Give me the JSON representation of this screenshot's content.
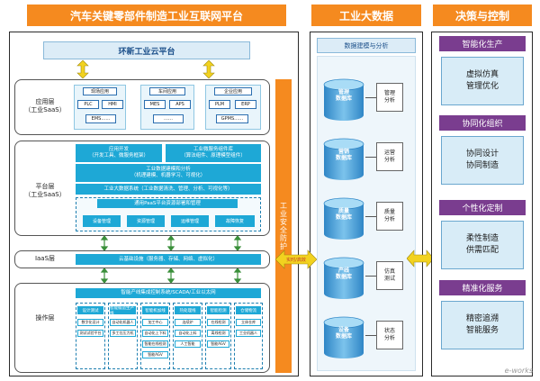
{
  "headers": {
    "platform": "汽车关键零部件制造工业互联网平台",
    "bigdata": "工业大数据",
    "decision": "决策与控制"
  },
  "cloud_platform": "环新工业云平台",
  "security": "工业安全防护",
  "realtime": "实时/高效",
  "application_layer": {
    "label_line1": "应用层",
    "label_line2": "（工业SaaS）",
    "groups": [
      {
        "title": "现场应用",
        "items": [
          "PLC",
          "HMI",
          "EMS……"
        ]
      },
      {
        "title": "车间应用",
        "items": [
          "MES",
          "APS",
          "……"
        ]
      },
      {
        "title": "企业应用",
        "items": [
          "PLM",
          "ERP",
          "GPMS……"
        ]
      }
    ]
  },
  "platform_layer": {
    "label_line1": "平台层",
    "label_line2": "（工业SaaS）",
    "dev": "应用开发\n（开发工具、微服务框架）",
    "components": "工业微服务组件库\n（算法组件、原理模型组件）",
    "modeling": "工业数据建模和分析\n（机理建模、机器学习、可视化）",
    "bigdata_sys": "工业大数据系统（工业数据清洗、管理、分析、可视化等）",
    "paas": "通用PaaS平台资源部署和管理",
    "paas_items": [
      "设备管理",
      "资源管理",
      "运维管理",
      "故障恢复"
    ]
  },
  "iaas_layer": {
    "label": "IaaS层",
    "content": "云基础设施（服务器、存储、网络、虚拟化）"
  },
  "operation_layer": {
    "label": "操作层",
    "top": "智能产线集成控制系统/SCADA/工业以太网",
    "columns": [
      {
        "title": "设计测试",
        "items": [
          "数字化设计",
          "测试试验平台"
        ]
      },
      {
        "title": "智能锻造生产线",
        "items": [
          "自动化机器人",
          "多工位压力机"
        ]
      },
      {
        "title": "智能机加线",
        "items": [
          "加工中心",
          "自动化上下料",
          "智能在线检测",
          "智能AGV"
        ]
      },
      {
        "title": "热处理线",
        "items": [
          "连续炉",
          "自动化上料",
          "人工智能"
        ]
      },
      {
        "title": "智能检测",
        "items": [
          "在线检测",
          "离线检测",
          "智能AGV"
        ]
      },
      {
        "title": "仓储物流",
        "items": [
          "立体仓库",
          "工业机器人"
        ]
      }
    ]
  },
  "bigdata": {
    "title": "数据建模与分析",
    "rows": [
      {
        "db": "管理\n数据库",
        "analysis": "管理\n分析"
      },
      {
        "db": "营销\n数据库",
        "analysis": "运营\n分析"
      },
      {
        "db": "质量\n数据库",
        "analysis": "质量\n分析"
      },
      {
        "db": "产线\n数据库",
        "analysis": "仿真\n测试"
      },
      {
        "db": "设备\n数据库",
        "analysis": "状态\n分析"
      }
    ]
  },
  "decision": [
    {
      "title": "智能化生产",
      "body": "虚拟仿真\n管理优化"
    },
    {
      "title": "协同化组织",
      "body": "协同设计\n协同制造"
    },
    {
      "title": "个性化定制",
      "body": "柔性制造\n供需匹配"
    },
    {
      "title": "精准化服务",
      "body": "精密追溯\n智能服务"
    }
  ],
  "watermark": "e-works"
}
